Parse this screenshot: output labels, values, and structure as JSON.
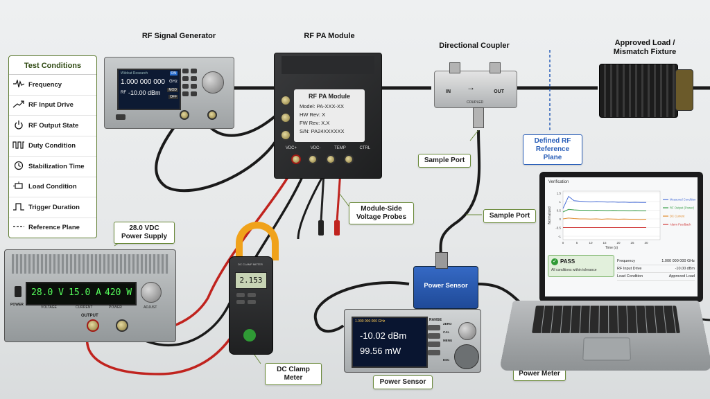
{
  "labels": {
    "signal_generator": "RF Signal Generator",
    "pa_module": "RF PA Module",
    "directional_coupler": "Directional Coupler",
    "load": "Approved Load /\nMismatch Fixture",
    "power_supply": "28.0 VDC\nPower Supply",
    "dc_clamp_meter": "DC Clamp Meter",
    "power_sensor": "Power Sensor",
    "power_meter": "Power Meter",
    "sample_port_1": "Sample Port",
    "sample_port_2": "Sample Port",
    "module_probes": "Module-Side\nVoltage Probes",
    "reference_plane": "Defined RF\nReference Plane"
  },
  "test_conditions": {
    "title": "Test Conditions",
    "items": [
      {
        "label": "Frequency",
        "icon": "waveform-icon"
      },
      {
        "label": "RF Input Drive",
        "icon": "trend-arrow-icon"
      },
      {
        "label": "RF Output State",
        "icon": "power-icon"
      },
      {
        "label": "Duty Condition",
        "icon": "pulse-train-icon"
      },
      {
        "label": "Stabilization Time",
        "icon": "clock-icon"
      },
      {
        "label": "Load Condition",
        "icon": "load-icon"
      },
      {
        "label": "Trigger Duration",
        "icon": "single-pulse-icon"
      },
      {
        "label": "Reference Plane",
        "icon": "dashed-line-icon"
      }
    ]
  },
  "signal_generator": {
    "brand": "Wildcat Research",
    "frequency": "1.000 000 000",
    "freq_unit": "GHz",
    "rf_label": "RF",
    "level": "-10.00 dBm",
    "mod_state": "MOD",
    "rf_state": "OFF",
    "rf_badge": "ON"
  },
  "pa_label": {
    "title": "RF PA Module",
    "model": "Model:  PA-XXX-XX",
    "hw_rev": "HW Rev:  X",
    "fw_rev": "FW Rev:  X.X",
    "sn": "S/N:    PA24XXXXXX",
    "ports": [
      "VDC+",
      "VDC-",
      "TEMP",
      "CTRL"
    ]
  },
  "coupler": {
    "in": "IN",
    "out": "OUT",
    "coupled": "COUPLED"
  },
  "power_supply": {
    "voltage": "28.0 V",
    "current": "15.0 A",
    "power": "420 W",
    "power_label": "POWER",
    "voltage_label": "VOLTAGE",
    "current_label": "CURRENT",
    "power_col_label": "POWER",
    "adjust_label": "ADJUST",
    "output_label": "OUTPUT"
  },
  "clamp_meter": {
    "reading": "2.153",
    "name": "DC CLAMP METER"
  },
  "power_sensor_box": {
    "label": "Power Sensor"
  },
  "power_meter": {
    "header": "1.000 000 000 GHz",
    "reading_dbm": "-10.02 dBm",
    "reading_mw": "99.56 mW",
    "range": "RANGE",
    "keys": [
      "ZERO",
      "CAL",
      "MENU",
      "ESC"
    ]
  },
  "laptop": {
    "window_title": "Verification",
    "ylabel": "Normalized",
    "xlabel": "Time (s)",
    "pass": "PASS",
    "pass_detail": "All conditions within tolerance",
    "summary": [
      {
        "k": "Frequency",
        "v": "1.000 000 000 GHz"
      },
      {
        "k": "RF Input Drive",
        "v": "-10.00 dBm"
      },
      {
        "k": "Load Condition",
        "v": "Approved Load"
      }
    ]
  },
  "chart_data": {
    "type": "line",
    "title": "",
    "xlabel": "Time (s)",
    "ylabel": "Normalized",
    "x": [
      0,
      2,
      4,
      6,
      8,
      10,
      12,
      14,
      16,
      18,
      20,
      22,
      24,
      26,
      28,
      30
    ],
    "xticks": [
      0,
      5,
      10,
      15,
      20,
      25,
      30
    ],
    "yticks": [
      1.5,
      1.0,
      0.5,
      0,
      -0.5,
      -1.0
    ],
    "xlim": [
      0,
      35
    ],
    "ylim": [
      -1.2,
      1.6
    ],
    "grid": true,
    "legend": "right",
    "series": [
      {
        "name": "Measured Condition",
        "color": "#4a6fd8",
        "values": [
          0.6,
          1.3,
          1.05,
          1.02,
          1.0,
          0.98,
          1.0,
          0.99,
          0.97,
          0.98,
          0.96,
          0.97,
          0.95,
          0.96,
          0.95,
          0.95
        ]
      },
      {
        "name": "RF Output (Power)",
        "color": "#3aa04a",
        "values": [
          0.4,
          0.55,
          0.52,
          0.5,
          0.5,
          0.49,
          0.5,
          0.49,
          0.48,
          0.49,
          0.48,
          0.48,
          0.47,
          0.48,
          0.47,
          0.47
        ]
      },
      {
        "name": "DC Current",
        "color": "#e08a2a",
        "values": [
          0.0,
          0.05,
          0.02,
          0.0,
          0.0,
          -0.01,
          0.0,
          -0.02,
          0.0,
          -0.01,
          -0.02,
          -0.01,
          -0.02,
          -0.02,
          -0.03,
          -0.02
        ]
      },
      {
        "name": "Alarm Feedback",
        "color": "#d03a3a",
        "values": [
          -0.5,
          -0.5,
          -0.5,
          -0.5,
          -0.5,
          -0.5,
          -0.5,
          -0.5,
          -0.5,
          -0.5,
          -0.5,
          -0.5,
          -0.5,
          -0.5,
          -0.5,
          -0.5
        ]
      }
    ]
  }
}
